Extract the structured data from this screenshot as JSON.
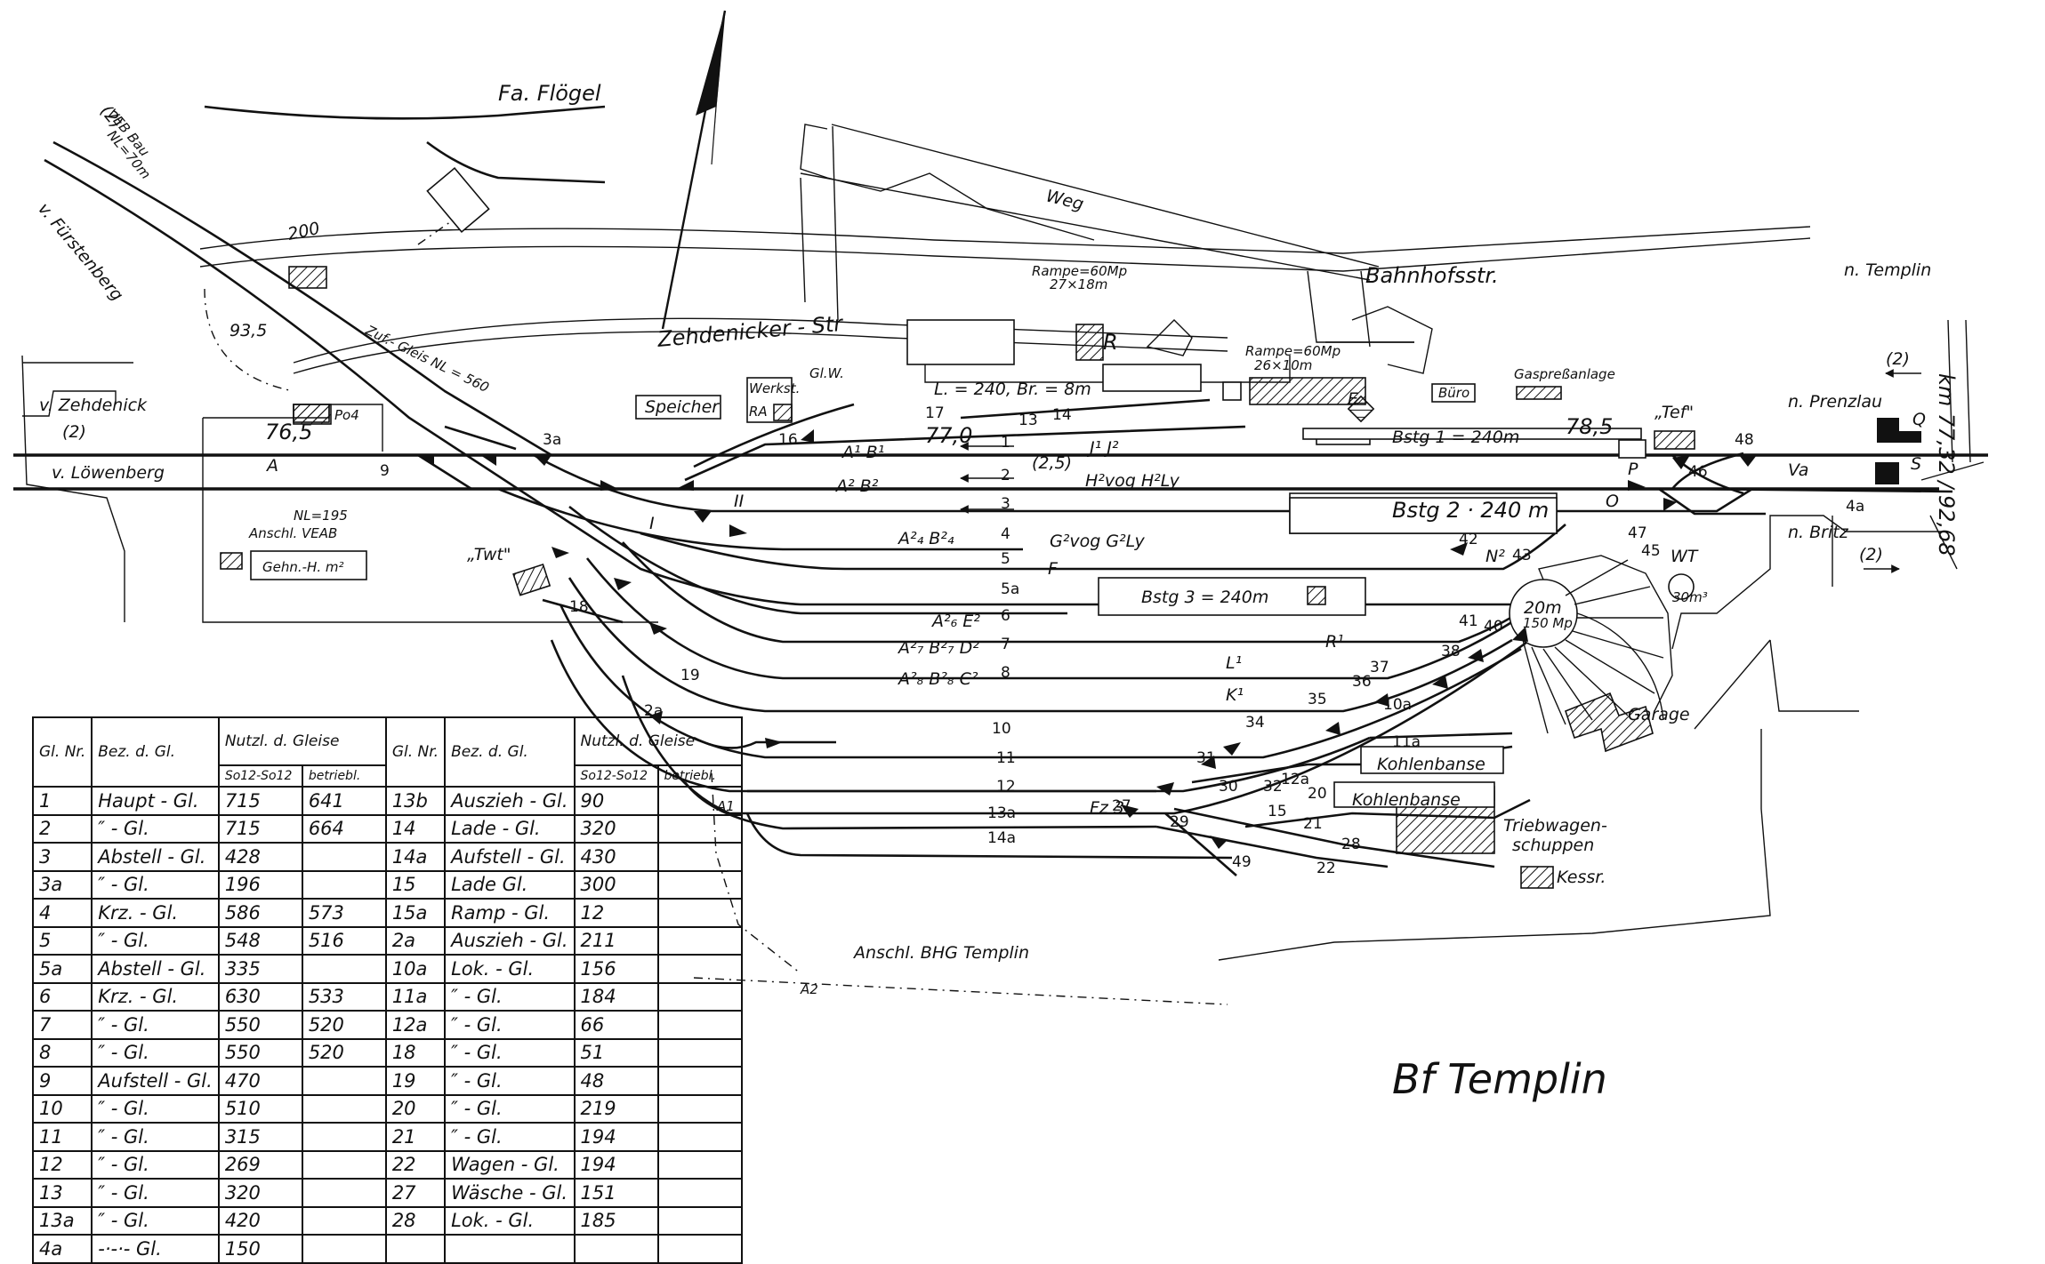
{
  "title": "Bf Templin",
  "directions": {
    "zehdenick": "v. Zehdenick",
    "zehdenick_code": "(2)",
    "loewenberg": "v. Löwenberg",
    "fuerstenberg": "v. Fürstenberg",
    "fuerstenberg_code": "(2)",
    "prenzlau": "n. Prenzlau",
    "prenzlau_code": "(2)",
    "britz": "n. Britz",
    "britz_code": "(2)",
    "templin_road": "n. Templin",
    "km": "km 77,32 / 92,68"
  },
  "places": {
    "fa_floegel": "Fa. Flögel",
    "veb_bau": "VEB Bau",
    "veb_bau_nl": "NL=70m",
    "weg": "Weg",
    "bahnhofsstr": "Bahnhofsstr.",
    "zehdenicker_str": "Zehdenicker - Str",
    "rampe1_a": "Rampe=60Mp",
    "rampe1_b": "27×18m",
    "rampe2_a": "Rampe=60Mp",
    "rampe2_b": "26×10m",
    "speicher": "Speicher",
    "werkst": "Werkst.",
    "ra": "RA",
    "gl_w": "Gl.W.",
    "buero": "Büro",
    "gaspress": "Gaspreßanlage",
    "tef": "„Tef\"",
    "twt": "„Twt\"",
    "garage": "Garage",
    "kohlenbanse1": "Kohlenbanse",
    "kohlenbanse2": "Kohlenbanse",
    "triebwagen": "Triebwagen-",
    "schuppen": "schuppen",
    "kessr": "Kessr.",
    "wt": "WT",
    "wt_vol": "30m³",
    "turntable": "20m",
    "turntable_sub": "150 Mp",
    "anschl_veab": "Anschl. VEAB",
    "anschl_veab_nl": "NL=195",
    "gehn": "Gehn.-H.   m²",
    "anschl_bhg": "Anschl. BHG Templin",
    "zuf_gleis": "Zuf.- Gleis  NL = 560",
    "ladestrasse": "L. = 240, Br. = 8m",
    "po4": "Po4",
    "a1": "A1",
    "a2": "A2",
    "km93": "93,5",
    "km765": "76,5",
    "km770": "77,0",
    "km785": "78,5",
    "km200": "200",
    "bstg1": "Bstg 1 = 240m",
    "bstg2": "Bstg 2 · 240 m",
    "bstg3": "Bstg 3 = 240m",
    "fz3": "Fz 3",
    "r": "R",
    "e": "E"
  },
  "track_numbers": [
    "1",
    "2",
    "3",
    "4",
    "5",
    "5a",
    "6",
    "7",
    "8",
    "10",
    "11",
    "12",
    "13a",
    "14a",
    "13",
    "14",
    "4a",
    "10a",
    "11a",
    "12a",
    "20",
    "21",
    "22",
    "27",
    "28",
    "29",
    "30",
    "31",
    "32",
    "34",
    "35",
    "36",
    "37",
    "38",
    "40",
    "41",
    "42",
    "43",
    "45",
    "46",
    "47",
    "48",
    "49",
    "15",
    "16",
    "17",
    "18",
    "19",
    "2a",
    "9",
    "3a"
  ],
  "signals": [
    "A",
    "A¹ B¹",
    "A² B²",
    "J¹ J²",
    "H²vog H²Ly",
    "A²₄ B²₄",
    "G²vog G²Ly",
    "F",
    "A²₆ E²",
    "A²₇ B²₇ D²",
    "A²₈ B²₈ C²",
    "L¹",
    "K¹",
    "R¹",
    "N²",
    "P",
    "O",
    "Q",
    "S",
    "Va",
    "I",
    "II",
    "(2,5)"
  ],
  "table": {
    "headers": {
      "gl_nr": "Gl. Nr.",
      "bez": "Bez. d. Gl.",
      "nutzl": "Nutzl. d. Gleise",
      "so": "So12-So12",
      "betr": "betriebl."
    },
    "left": [
      {
        "nr": "1",
        "bez": "Haupt - Gl.",
        "so": "715",
        "betr": "641"
      },
      {
        "nr": "2",
        "bez": "″    - Gl.",
        "so": "715",
        "betr": "664"
      },
      {
        "nr": "3",
        "bez": "Abstell - Gl.",
        "so": "428",
        "betr": ""
      },
      {
        "nr": "3a",
        "bez": "″    - Gl.",
        "so": "196",
        "betr": ""
      },
      {
        "nr": "4",
        "bez": "Krz.   - Gl.",
        "so": "586",
        "betr": "573"
      },
      {
        "nr": "5",
        "bez": "″    - Gl.",
        "so": "548",
        "betr": "516"
      },
      {
        "nr": "5a",
        "bez": "Abstell - Gl.",
        "so": "335",
        "betr": ""
      },
      {
        "nr": "6",
        "bez": "Krz.   - Gl.",
        "so": "630",
        "betr": "533"
      },
      {
        "nr": "7",
        "bez": "″    - Gl.",
        "so": "550",
        "betr": "520"
      },
      {
        "nr": "8",
        "bez": "″    - Gl.",
        "so": "550",
        "betr": "520"
      },
      {
        "nr": "9",
        "bez": "Aufstell - Gl.",
        "so": "470",
        "betr": ""
      },
      {
        "nr": "10",
        "bez": "″    - Gl.",
        "so": "510",
        "betr": ""
      },
      {
        "nr": "11",
        "bez": "″    - Gl.",
        "so": "315",
        "betr": ""
      },
      {
        "nr": "12",
        "bez": "″    - Gl.",
        "so": "269",
        "betr": ""
      },
      {
        "nr": "13",
        "bez": "″    - Gl.",
        "so": "320",
        "betr": ""
      },
      {
        "nr": "13a",
        "bez": "″    - Gl.",
        "so": "420",
        "betr": ""
      },
      {
        "nr": "4a",
        "bez": "-·-·-  Gl.",
        "so": "150",
        "betr": ""
      }
    ],
    "right": [
      {
        "nr": "13b",
        "bez": "Auszieh - Gl.",
        "so": "90"
      },
      {
        "nr": "14",
        "bez": "Lade   - Gl.",
        "so": "320"
      },
      {
        "nr": "14a",
        "bez": "Aufstell - Gl.",
        "so": "430"
      },
      {
        "nr": "15",
        "bez": "Lade   Gl.",
        "so": "300"
      },
      {
        "nr": "15a",
        "bez": "Ramp - Gl.",
        "so": "12"
      },
      {
        "nr": "2a",
        "bez": "Auszieh - Gl.",
        "so": "211"
      },
      {
        "nr": "10a",
        "bez": "Lok.   - Gl.",
        "so": "156"
      },
      {
        "nr": "11a",
        "bez": "″    - Gl.",
        "so": "184"
      },
      {
        "nr": "12a",
        "bez": "″    - Gl.",
        "so": "66"
      },
      {
        "nr": "18",
        "bez": "″    - Gl.",
        "so": "51"
      },
      {
        "nr": "19",
        "bez": "″    - Gl.",
        "so": "48"
      },
      {
        "nr": "20",
        "bez": "″    - Gl.",
        "so": "219"
      },
      {
        "nr": "21",
        "bez": "″    - Gl.",
        "so": "194"
      },
      {
        "nr": "22",
        "bez": "Wagen - Gl.",
        "so": "194"
      },
      {
        "nr": "27",
        "bez": "Wäsche - Gl.",
        "so": "151"
      },
      {
        "nr": "28",
        "bez": "Lok.   - Gl.",
        "so": "185"
      },
      {
        "nr": "",
        "bez": "",
        "so": ""
      }
    ]
  }
}
